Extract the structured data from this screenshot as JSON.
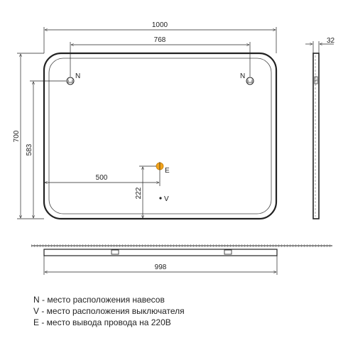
{
  "dimensions": {
    "overall_width": "1000",
    "hanger_spacing": "768",
    "overall_height": "700",
    "hanger_height": "583",
    "wire_offset_x": "500",
    "switch_height": "222",
    "depth": "32",
    "bottom_width": "998"
  },
  "markers": {
    "hanger_left": "N",
    "hanger_right": "N",
    "wire_outlet": "E",
    "switch": "V"
  },
  "legend": [
    "N - место расположения навесов",
    "V - место расположения выключателя",
    "E - место вывода провода на 220В"
  ],
  "colors": {
    "line": "#222222",
    "wire_outlet": "#f2a31b"
  }
}
